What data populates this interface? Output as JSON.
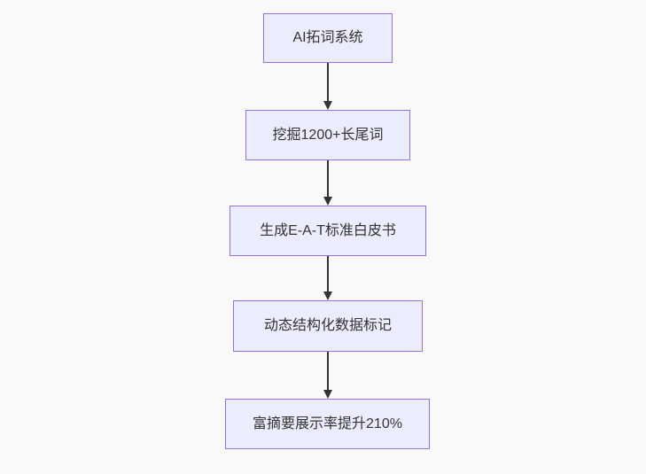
{
  "flowchart": {
    "type": "vertical-flow",
    "nodes": [
      {
        "id": "node-1",
        "label": "AI拓词系统"
      },
      {
        "id": "node-2",
        "label": "挖掘1200+长尾词"
      },
      {
        "id": "node-3",
        "label": "生成E-A-T标准白皮书"
      },
      {
        "id": "node-4",
        "label": "动态结构化数据标记"
      },
      {
        "id": "node-5",
        "label": "富摘要展示率提升210%"
      }
    ],
    "edges": [
      {
        "from": "node-1",
        "to": "node-2",
        "style": "solid-arrow"
      },
      {
        "from": "node-2",
        "to": "node-3",
        "style": "solid-arrow"
      },
      {
        "from": "node-3",
        "to": "node-4",
        "style": "solid-arrow"
      },
      {
        "from": "node-4",
        "to": "node-5",
        "style": "solid-arrow"
      }
    ]
  },
  "theme": {
    "background": "#f9f9f9",
    "node_fill": "#ECECFF",
    "node_border": "#9370DB",
    "node_text": "#333333",
    "arrow_color": "#333333"
  }
}
